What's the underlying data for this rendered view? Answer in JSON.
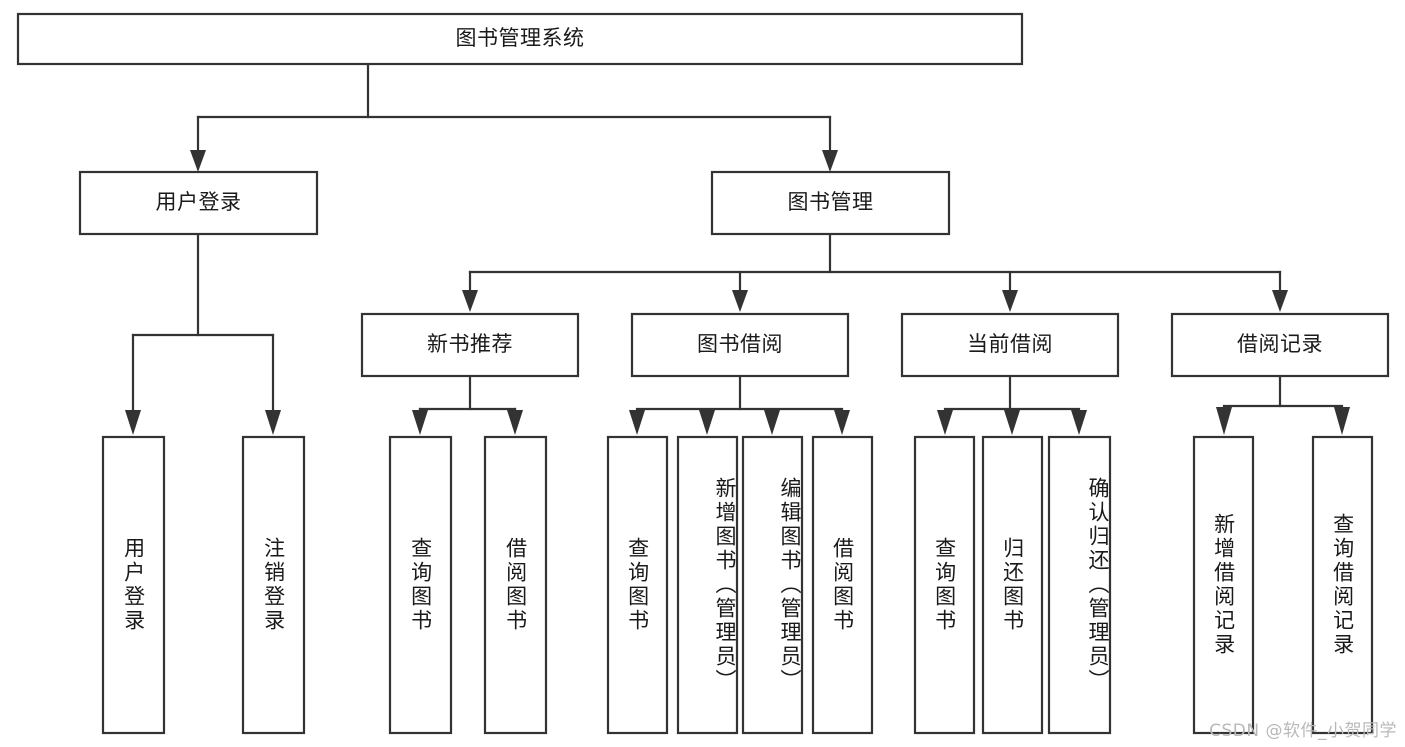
{
  "diagram": {
    "type": "tree-hierarchy",
    "title": "图书管理系统",
    "orientation": "top-down",
    "colors": {
      "box_fill": "#ffffff",
      "box_stroke": "#333333",
      "text": "#1a1a1a",
      "background": "#ffffff",
      "watermark": "#b9b9b9"
    },
    "levels": 4
  },
  "root": {
    "label": "图书管理系统"
  },
  "level2": [
    {
      "label": "用户登录"
    },
    {
      "label": "图书管理"
    }
  ],
  "level3": [
    {
      "label": "新书推荐"
    },
    {
      "label": "图书借阅"
    },
    {
      "label": "当前借阅"
    },
    {
      "label": "借阅记录"
    }
  ],
  "leaves": {
    "user_login": [
      {
        "label": "用户登录"
      },
      {
        "label": "注销登录"
      }
    ],
    "new_book_recommend": [
      {
        "label": "查询图书"
      },
      {
        "label": "借阅图书"
      }
    ],
    "book_borrow": [
      {
        "label": "查询图书"
      },
      {
        "label": "新增图书（管理员）"
      },
      {
        "label": "编辑图书（管理员）"
      },
      {
        "label": "借阅图书"
      }
    ],
    "current_borrow": [
      {
        "label": "查询图书"
      },
      {
        "label": "归还图书"
      },
      {
        "label": "确认归还（管理员）"
      }
    ],
    "borrow_record": [
      {
        "label": "新增借阅记录"
      },
      {
        "label": "查询借阅记录"
      }
    ]
  },
  "watermark": {
    "text": "CSDN @软件_小贺同学"
  }
}
